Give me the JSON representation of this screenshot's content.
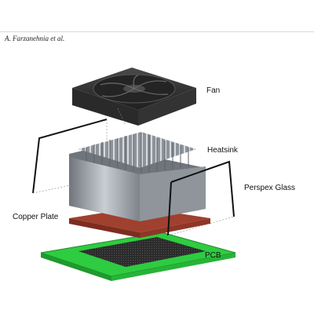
{
  "header": {
    "authors": "A. Farzanehnia et al."
  },
  "figure": {
    "labels": {
      "fan": "Fan",
      "heatsink": "Heatsink",
      "perspex_glass": "Perspex  Glass",
      "copper_plate": "Copper Plate",
      "pcb": "PCB"
    },
    "colors": {
      "fan_body": "#3a3a3a",
      "heatsink_fins": "#9aa0a6",
      "copper_plate": "#a0402e",
      "pcb_board": "#2ecc40",
      "glass_edge": "#111111"
    }
  }
}
